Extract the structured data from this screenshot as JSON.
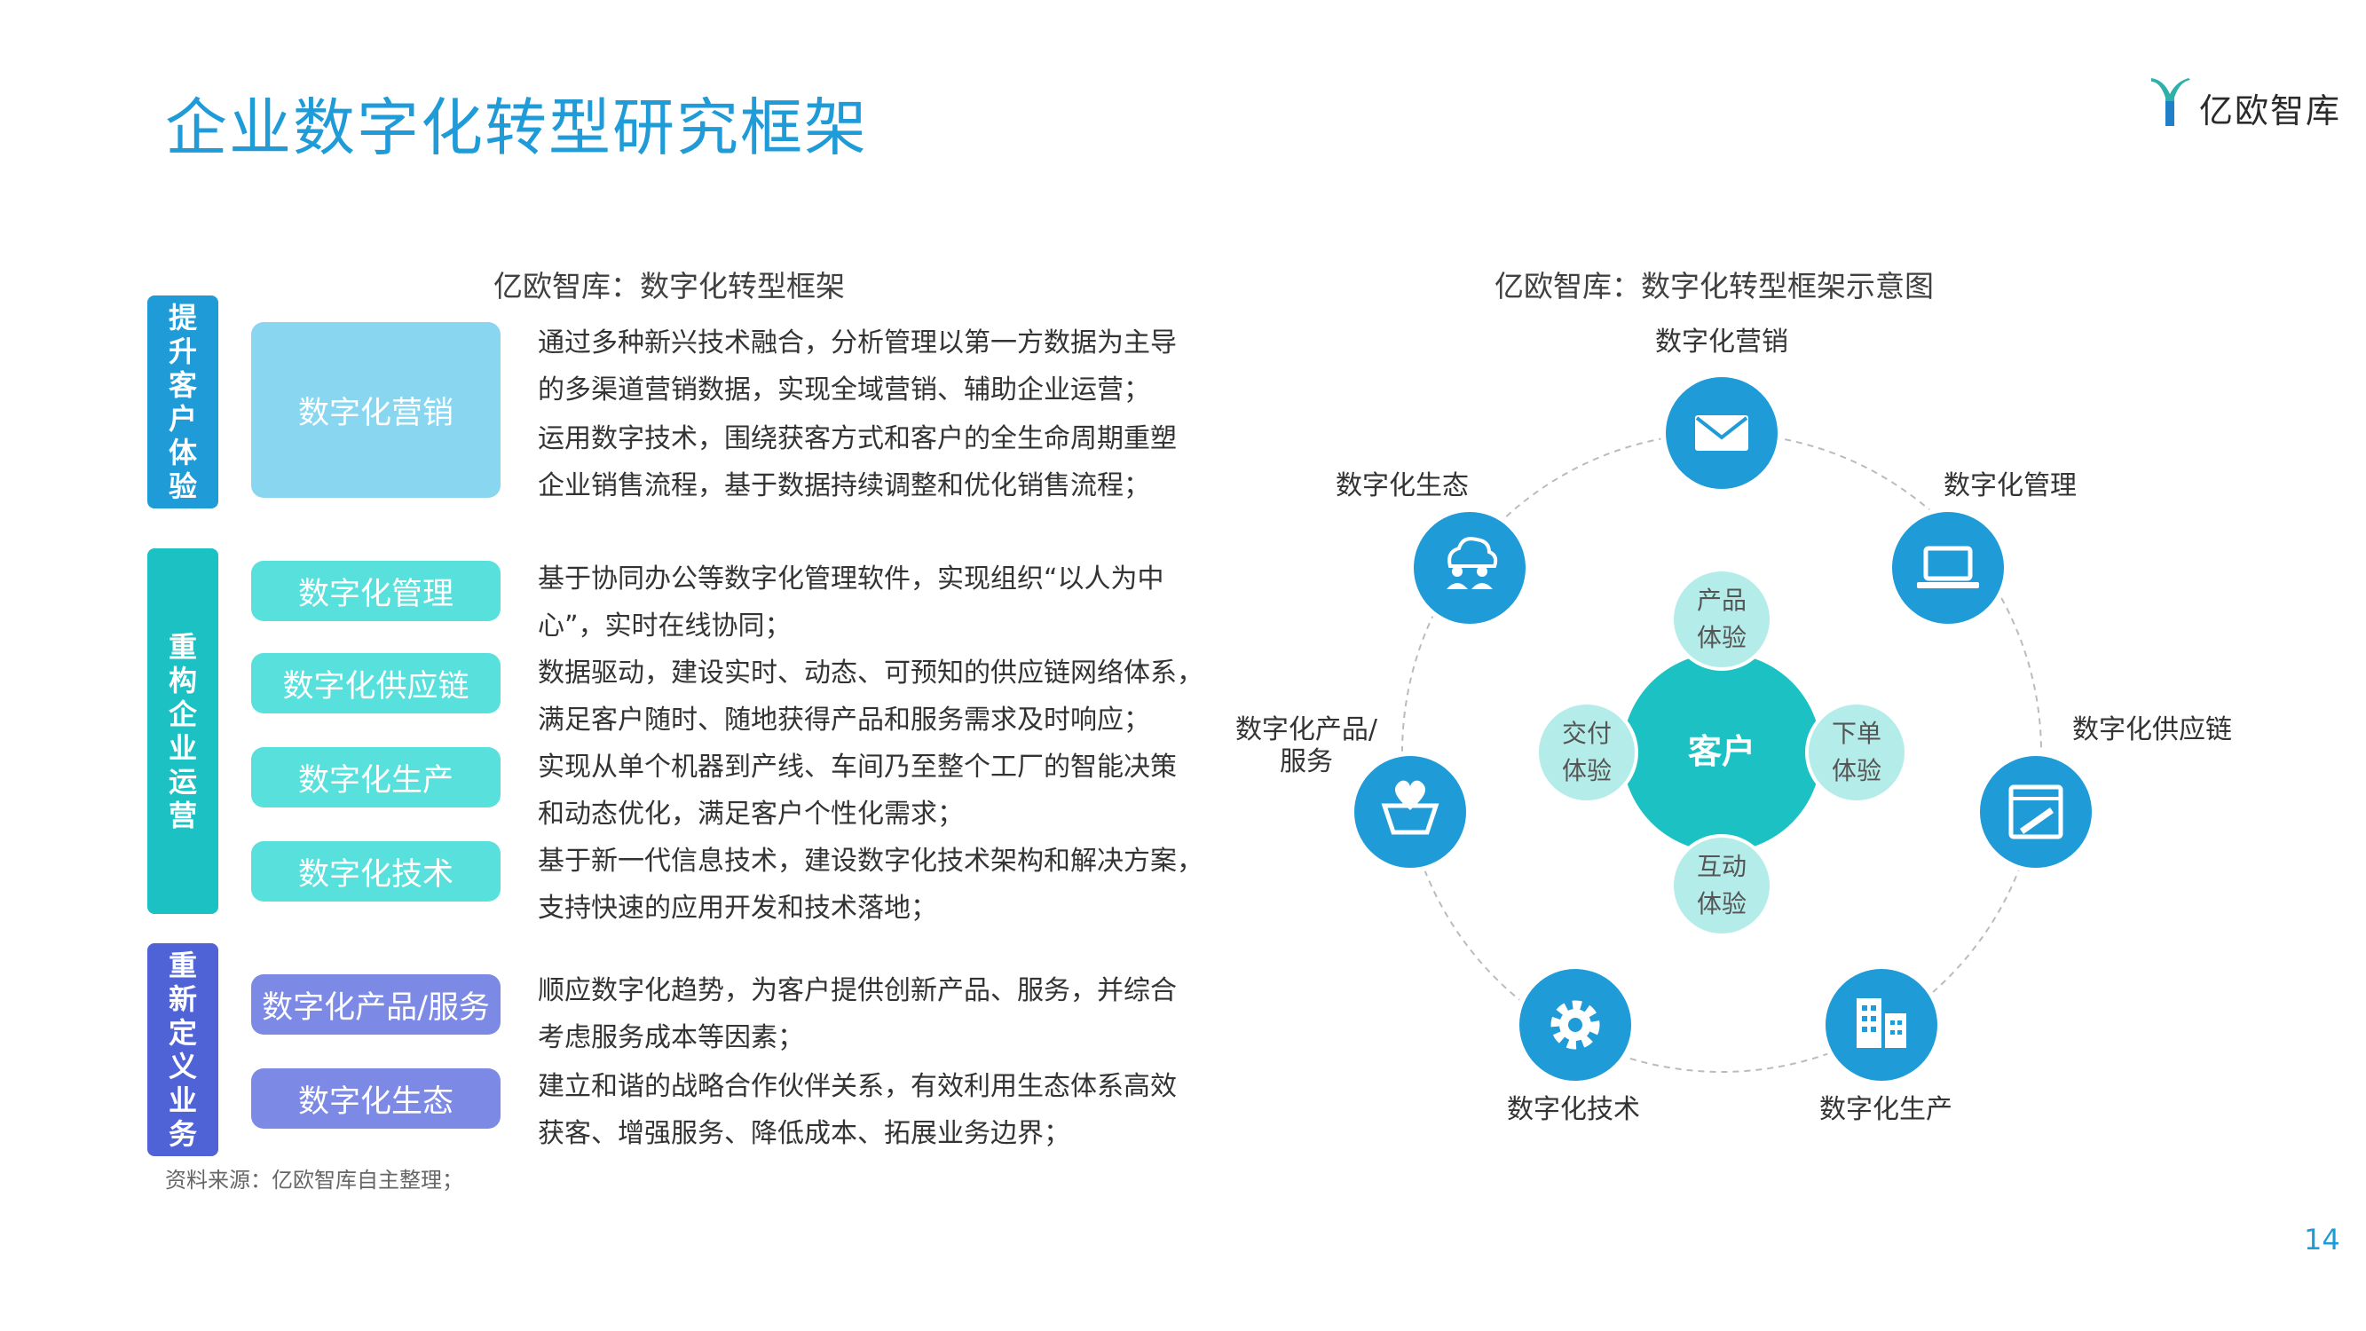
{
  "title": "企业数字化转型研究框架",
  "logo_text": "亿欧智库",
  "left": {
    "subtitle": "亿欧智库：数字化转型框架",
    "groups": [
      {
        "label": "提升客户体验",
        "color": "#1f9bd8"
      },
      {
        "label": "重构企业运营",
        "color": "#1cc1c4"
      },
      {
        "label": "重新定义业务",
        "color": "#4f63d7"
      }
    ],
    "boxes": [
      {
        "label": "数字化营销",
        "color": "#88d6ef"
      },
      {
        "label": "数字化管理",
        "color": "#58e0dc"
      },
      {
        "label": "数字化供应链",
        "color": "#58e0dc"
      },
      {
        "label": "数字化生产",
        "color": "#58e0dc"
      },
      {
        "label": "数字化技术",
        "color": "#58e0dc"
      },
      {
        "label": "数字化产品/服务",
        "color": "#7c8ae6"
      },
      {
        "label": "数字化生态",
        "color": "#7c8ae6"
      }
    ],
    "descriptions": [
      "通过多种新兴技术融合，分析管理以第一方数据为主导",
      "的多渠道营销数据，实现全域营销、辅助企业运营；",
      "运用数字技术，围绕获客方式和客户的全生命周期重塑",
      "企业销售流程，基于数据持续调整和优化销售流程；",
      "基于协同办公等数字化管理软件，实现组织“以人为中",
      "心”，实时在线协同；",
      "数据驱动，建设实时、动态、可预知的供应链网络体系，",
      "满足客户随时、随地获得产品和服务需求及时响应；",
      "实现从单个机器到产线、车间乃至整个工厂的智能决策",
      "和动态优化，满足客户个性化需求；",
      "基于新一代信息技术，建设数字化技术架构和解决方案，",
      "支持快速的应用开发和技术落地；",
      "顺应数字化趋势，为客户提供创新产品、服务，并综合",
      "考虑服务成本等因素；",
      "建立和谐的战略合作伙伴关系，有效利用生态体系高效",
      "获客、增强服务、降低成本、拓展业务边界；"
    ],
    "source": "资料来源：亿欧智库自主整理；"
  },
  "right": {
    "subtitle": "亿欧智库：数字化转型框架示意图",
    "center": "客户",
    "inner": [
      {
        "line1": "产品",
        "line2": "体验"
      },
      {
        "line1": "下单",
        "line2": "体验"
      },
      {
        "line1": "互动",
        "line2": "体验"
      },
      {
        "line1": "交付",
        "line2": "体验"
      }
    ],
    "nodes": [
      {
        "label": "数字化营销",
        "icon": "envelope-icon"
      },
      {
        "label": "数字化管理",
        "icon": "laptop-icon"
      },
      {
        "label": "数字化供应链",
        "icon": "ruler-window-icon"
      },
      {
        "label": "数字化生产",
        "icon": "building-icon"
      },
      {
        "label": "数字化技术",
        "icon": "gear-icon"
      },
      {
        "label1": "数字化产品/",
        "label2": "服务",
        "icon": "heart-basket-icon"
      },
      {
        "label": "数字化生态",
        "icon": "cloud-people-icon"
      }
    ],
    "colors": {
      "node": "#1f9bd8",
      "center": "#1cc1c4",
      "inner": "#b4ecea"
    }
  },
  "page_number": "14"
}
